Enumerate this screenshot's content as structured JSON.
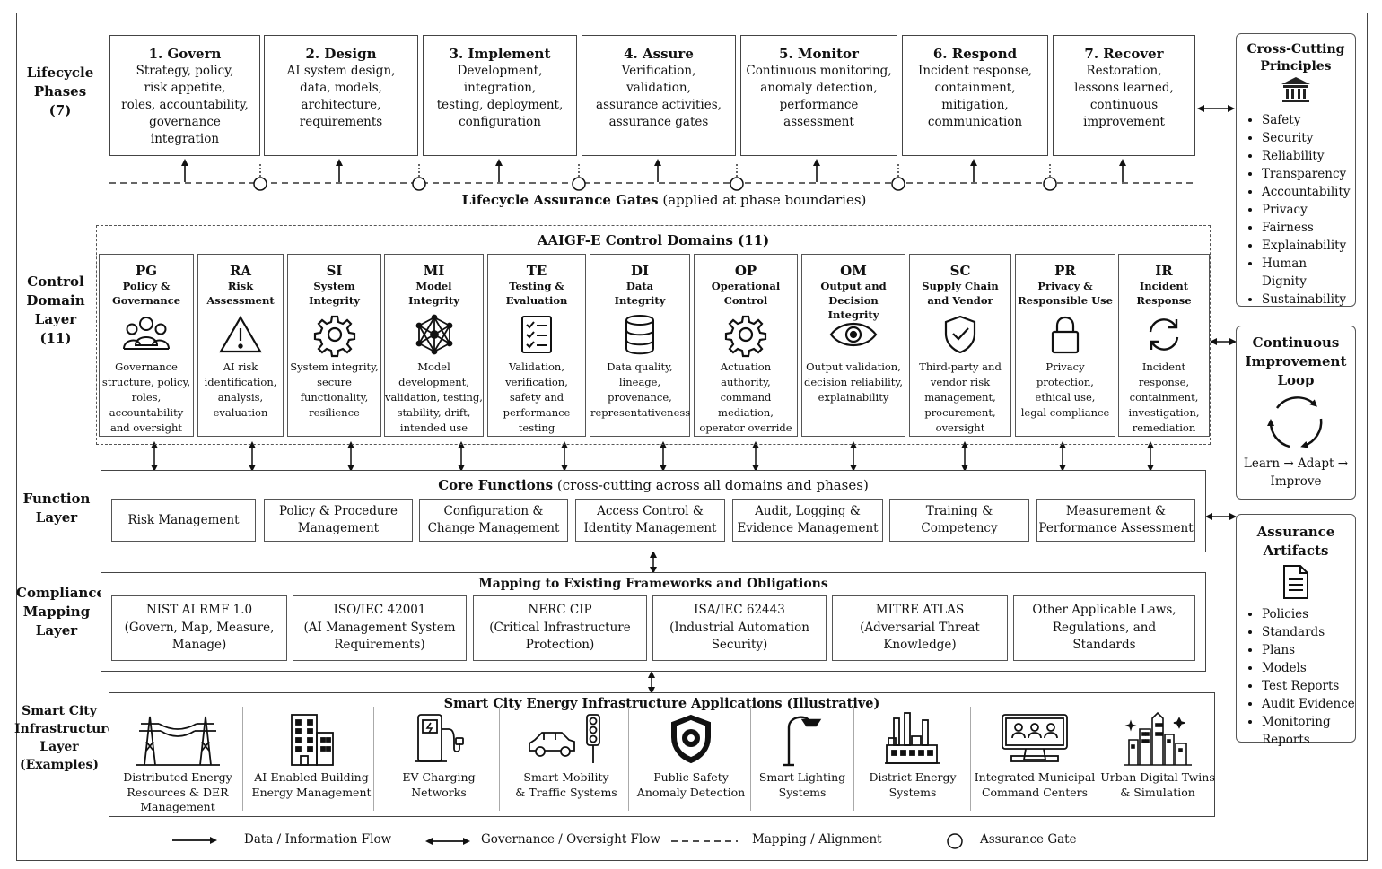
{
  "layers": {
    "lifecycle": [
      "Lifecycle",
      "Phases",
      "(7)"
    ],
    "control": [
      "Control",
      "Domain",
      "Layer",
      "(11)"
    ],
    "function": [
      "Function",
      "Layer"
    ],
    "compliance": [
      "Compliance",
      "Mapping",
      "Layer"
    ],
    "infrastructure": [
      "Smart City",
      "Infrastructure",
      "Layer",
      "(Examples)"
    ]
  },
  "phases": [
    {
      "title": "1. Govern",
      "desc": "Strategy, policy,\nrisk appetite,\nroles, accountability,\ngovernance\nintegration"
    },
    {
      "title": "2. Design",
      "desc": "AI system design,\ndata, models,\narchitecture,\nrequirements"
    },
    {
      "title": "3. Implement",
      "desc": "Development,\nintegration,\ntesting, deployment,\nconfiguration"
    },
    {
      "title": "4. Assure",
      "desc": "Verification,\nvalidation,\nassurance activities,\nassurance gates"
    },
    {
      "title": "5. Monitor",
      "desc": "Continuous monitoring,\nanomaly detection,\nperformance\nassessment"
    },
    {
      "title": "6. Respond",
      "desc": "Incident response,\ncontainment,\nmitigation,\ncommunication"
    },
    {
      "title": "7. Recover",
      "desc": "Restoration,\nlessons learned,\ncontinuous\nimprovement"
    }
  ],
  "gates_label": {
    "bold": "Lifecycle Assurance Gates",
    "normal": " (applied at phase boundaries)"
  },
  "domains_title": "AAIGF-E Control Domains (11)",
  "domains": [
    {
      "code": "PG",
      "name": "Policy &\nGovernance",
      "icon": "people-icon",
      "desc": "Governance\nstructure, policy,\nroles, accountability\nand oversight"
    },
    {
      "code": "RA",
      "name": "Risk\nAssessment",
      "icon": "warning-icon",
      "desc": "AI risk\nidentification,\nanalysis,\nevaluation"
    },
    {
      "code": "SI",
      "name": "System\nIntegrity",
      "icon": "gear-icon",
      "desc": "System integrity,\nsecure functionality,\nresilience"
    },
    {
      "code": "MI",
      "name": "Model\nIntegrity",
      "icon": "network-icon",
      "desc": "Model development,\nvalidation, testing,\nstability, drift,\nintended use"
    },
    {
      "code": "TE",
      "name": "Testing &\nEvaluation",
      "icon": "checklist-icon",
      "desc": "Validation,\nverification,\nsafety and\nperformance testing"
    },
    {
      "code": "DI",
      "name": "Data\nIntegrity",
      "icon": "database-icon",
      "desc": "Data quality,\nlineage, provenance,\nrepresentativeness"
    },
    {
      "code": "OP",
      "name": "Operational\nControl",
      "icon": "gear-icon",
      "desc": "Actuation authority,\ncommand mediation,\noperator override"
    },
    {
      "code": "OM",
      "name": "Output and\nDecision Integrity",
      "icon": "eye-icon",
      "desc": "Output validation,\ndecision reliability,\nexplainability"
    },
    {
      "code": "SC",
      "name": "Supply Chain\nand Vendor",
      "icon": "shield-check-icon",
      "desc": "Third-party and\nvendor risk\nmanagement,\nprocurement, oversight"
    },
    {
      "code": "PR",
      "name": "Privacy &\nResponsible Use",
      "icon": "lock-icon",
      "desc": "Privacy protection,\nethical use,\nlegal compliance"
    },
    {
      "code": "IR",
      "name": "Incident\nResponse",
      "icon": "refresh-icon",
      "desc": "Incident response,\ncontainment,\ninvestigation,\nremediation"
    }
  ],
  "core_title": {
    "bold": "Core Functions",
    "normal": " (cross-cutting across all domains and phases)"
  },
  "core_functions": [
    "Risk Management",
    "Policy & Procedure\nManagement",
    "Configuration &\nChange Management",
    "Access Control &\nIdentity Management",
    "Audit, Logging &\nEvidence Management",
    "Training &\nCompetency",
    "Measurement &\nPerformance Assessment"
  ],
  "mapping_title": "Mapping to Existing Frameworks and Obligations",
  "mappings": [
    "NIST AI RMF 1.0\n(Govern, Map, Measure,\nManage)",
    "ISO/IEC 42001\n(AI Management System\nRequirements)",
    "NERC CIP\n(Critical Infrastructure\nProtection)",
    "ISA/IEC 62443\n(Industrial Automation\nSecurity)",
    "MITRE ATLAS\n(Adversarial Threat\nKnowledge)",
    "Other Applicable Laws,\nRegulations, and\nStandards"
  ],
  "apps_title": "Smart City Energy Infrastructure Applications (Illustrative)",
  "applications": [
    {
      "label": "Distributed Energy\nResources & DER\nManagement",
      "icon": "power-tower-icon"
    },
    {
      "label": "AI-Enabled Building\nEnergy Management",
      "icon": "building-icon"
    },
    {
      "label": "EV Charging\nNetworks",
      "icon": "ev-charger-icon"
    },
    {
      "label": "Smart Mobility\n& Traffic Systems",
      "icon": "car-traffic-light-icon"
    },
    {
      "label": "Public Safety\nAnomaly Detection",
      "icon": "shield-icon"
    },
    {
      "label": "Smart Lighting\nSystems",
      "icon": "street-lamp-icon"
    },
    {
      "label": "District Energy\nSystems",
      "icon": "factory-icon"
    },
    {
      "label": "Integrated Municipal\nCommand Centers",
      "icon": "monitor-icon"
    },
    {
      "label": "Urban Digital Twins\n& Simulation",
      "icon": "city-icon"
    }
  ],
  "principles": {
    "title": "Cross-Cutting\nPrinciples",
    "icon": "institution-icon",
    "items": [
      "Safety",
      "Security",
      "Reliability",
      "Transparency",
      "Accountability",
      "Privacy",
      "Fairness",
      "Explainability",
      "Human Dignity",
      "Sustainability"
    ]
  },
  "improvement": {
    "title": "Continuous\nImprovement\nLoop",
    "icon": "cycle-icon",
    "caption": "Learn → Adapt →\nImprove"
  },
  "artifacts": {
    "title": "Assurance\nArtifacts",
    "icon": "document-icon",
    "items": [
      "Policies",
      "Standards",
      "Plans",
      "Models",
      "Test Reports",
      "Audit Evidence",
      "Monitoring Reports"
    ]
  },
  "legend": {
    "data_flow": "Data / Information Flow",
    "governance_flow": "Governance / Oversight Flow",
    "mapping": "Mapping / Alignment",
    "gate": "Assurance Gate"
  }
}
